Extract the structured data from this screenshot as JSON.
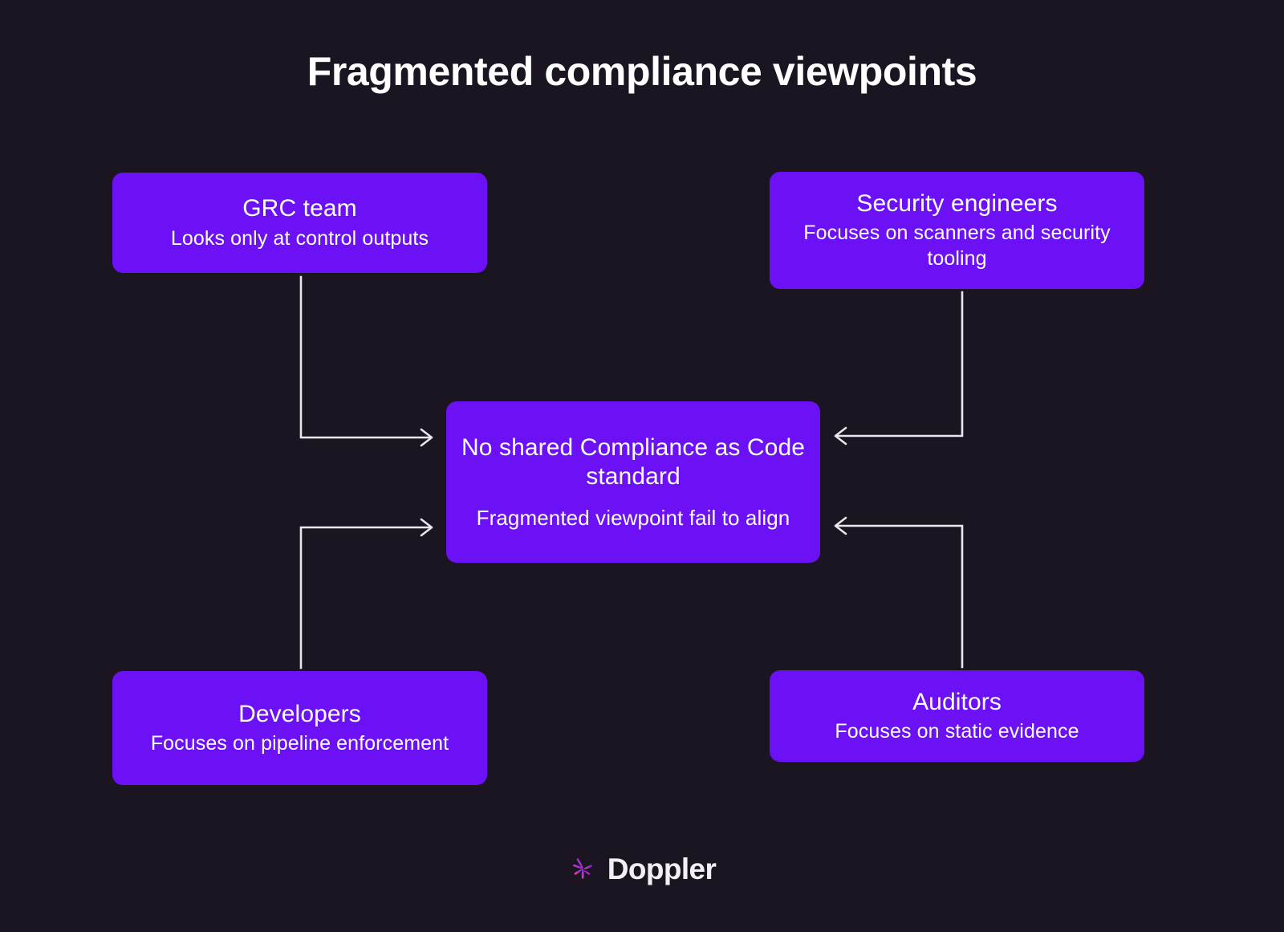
{
  "page": {
    "title": "Fragmented compliance viewpoints",
    "background_color": "#1b1522",
    "node_color": "#6c11f5",
    "text_color": "#ffffff",
    "connector_color": "#e9e6ee"
  },
  "nodes": {
    "grc": {
      "title": "GRC team",
      "subtitle": "Looks only at control outputs"
    },
    "security": {
      "title": "Security engineers",
      "subtitle": "Focuses on scanners and security tooling"
    },
    "center": {
      "title": "No shared Compliance as Code standard",
      "subtitle": "Fragmented viewpoint fail to align"
    },
    "developers": {
      "title": "Developers",
      "subtitle": "Focuses on pipeline enforcement"
    },
    "auditors": {
      "title": "Auditors",
      "subtitle": "Focuses on static evidence"
    }
  },
  "footer": {
    "brand": "Doppler",
    "mark_icon": "doppler-asterisk-icon",
    "mark_gradient_start": "#f0508c",
    "mark_gradient_end": "#6c22f0"
  },
  "chart_data": {
    "type": "diagram",
    "title": "Fragmented compliance viewpoints",
    "nodes": [
      {
        "id": "grc",
        "label": "GRC team",
        "detail": "Looks only at control outputs",
        "position": "top-left"
      },
      {
        "id": "security",
        "label": "Security engineers",
        "detail": "Focuses on scanners and security tooling",
        "position": "top-right"
      },
      {
        "id": "center",
        "label": "No shared Compliance as Code standard",
        "detail": "Fragmented viewpoint fail to align",
        "position": "center"
      },
      {
        "id": "developers",
        "label": "Developers",
        "detail": "Focuses on pipeline enforcement",
        "position": "bottom-left"
      },
      {
        "id": "auditors",
        "label": "Auditors",
        "detail": "Focuses on static evidence",
        "position": "bottom-right"
      }
    ],
    "edges": [
      {
        "from": "grc",
        "to": "center",
        "style": "elbow",
        "arrow": "end"
      },
      {
        "from": "security",
        "to": "center",
        "style": "elbow",
        "arrow": "end"
      },
      {
        "from": "developers",
        "to": "center",
        "style": "elbow",
        "arrow": "end"
      },
      {
        "from": "auditors",
        "to": "center",
        "style": "elbow",
        "arrow": "end"
      }
    ]
  }
}
